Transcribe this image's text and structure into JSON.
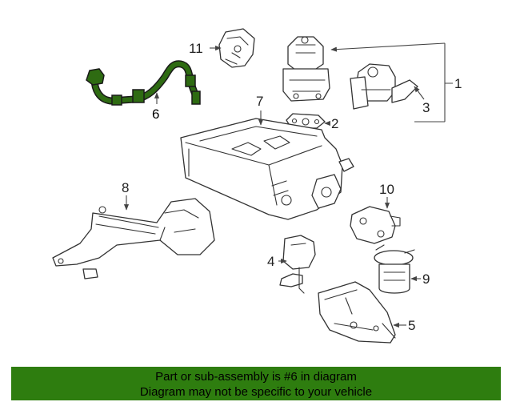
{
  "diagram": {
    "highlight_color": "#2e6b12",
    "callouts": [
      "1",
      "2",
      "3",
      "4",
      "5",
      "6",
      "7",
      "8",
      "9",
      "10",
      "11"
    ]
  },
  "banner": {
    "line1": "Part or sub-assembly is #6 in diagram",
    "line2": "Diagram may not be specific to your vehicle",
    "color": "#2e7d0f"
  }
}
